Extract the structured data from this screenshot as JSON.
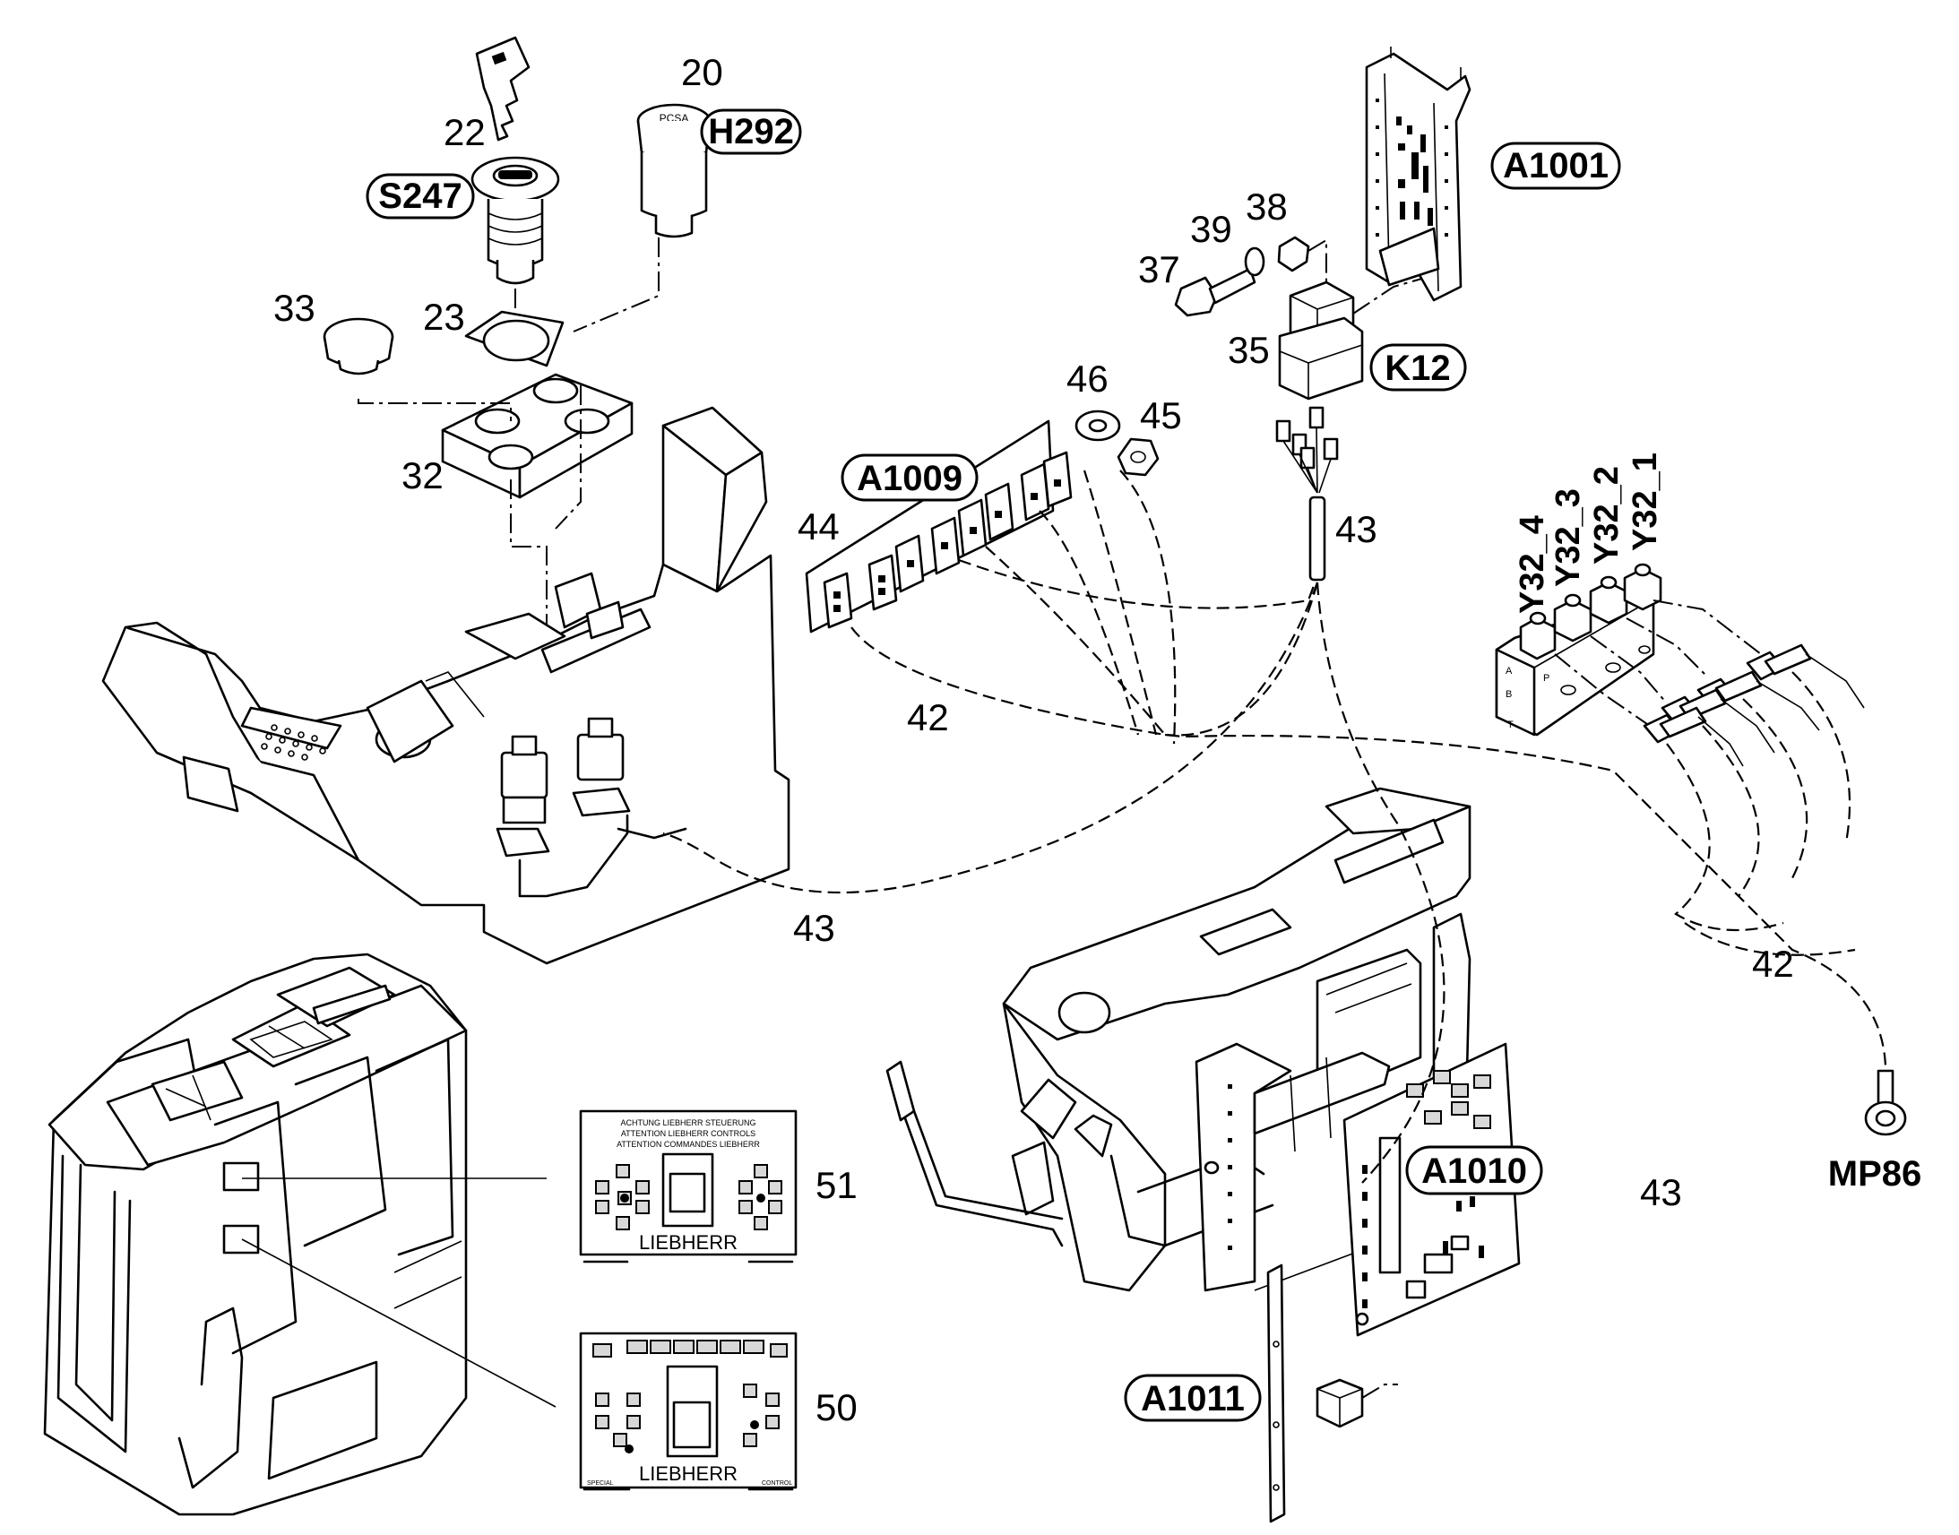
{
  "callouts": {
    "n20": "20",
    "n22": "22",
    "n23": "23",
    "n32": "32",
    "n33": "33",
    "n35": "35",
    "n37": "37",
    "n38": "38",
    "n39": "39",
    "n42a": "42",
    "n42b": "42",
    "n43a": "43",
    "n43b": "43",
    "n43c": "43",
    "n44": "44",
    "n45": "45",
    "n46": "46",
    "n50": "50",
    "n51": "51"
  },
  "tags": {
    "h292": "H292",
    "s247": "S247",
    "a1001": "A1001",
    "k12": "K12",
    "a1009": "A1009",
    "a1010": "A1010",
    "a1011": "A1011",
    "mp86": "MP86",
    "y32_1": "Y32_1",
    "y32_2": "Y32_2",
    "y32_3": "Y32_3",
    "y32_4": "Y32_4"
  },
  "switch_cap_text": "PCSA",
  "decal_51": {
    "line1": "ACHTUNG LIEBHERR STEUERUNG",
    "line2": "ATTENTION LIEBHERR CONTROLS",
    "line3": "ATTENTION COMMANDES LIEBHERR",
    "brand": "LIEBHERR"
  },
  "decal_50": {
    "brand": "LIEBHERR",
    "left_footer": "SPECIAL",
    "right_footer": "CONTROL"
  },
  "valve_ports": [
    "A",
    "B",
    "T",
    "P"
  ]
}
